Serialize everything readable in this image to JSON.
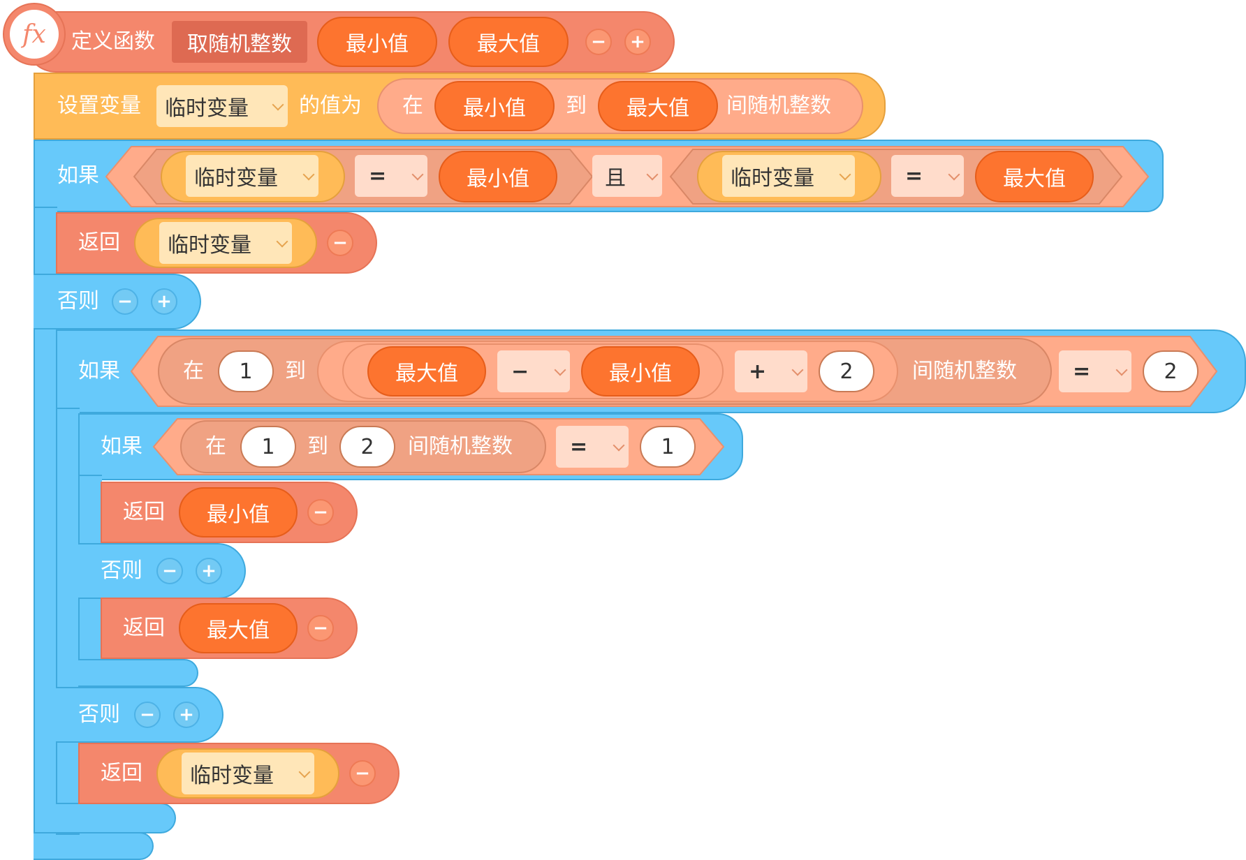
{
  "func": {
    "define_label": "定义函数",
    "name": "取随机整数",
    "params": [
      "最小值",
      "最大值"
    ],
    "fx_icon": "fx"
  },
  "set_var": {
    "label": "设置变量",
    "var": "临时变量",
    "value_label": "的值为",
    "rand": {
      "from": "在",
      "min": "最小值",
      "to": "到",
      "max": "最大值",
      "suffix": "间随机整数"
    }
  },
  "if1": {
    "if_label": "如果",
    "left": {
      "var": "临时变量",
      "op": "=",
      "val": "最小值"
    },
    "and": "且",
    "right": {
      "var": "临时变量",
      "op": "=",
      "val": "最大值"
    }
  },
  "return1": {
    "label": "返回",
    "var": "临时变量"
  },
  "else1": {
    "label": "否则"
  },
  "if2": {
    "if_label": "如果",
    "from": "在",
    "a": "1",
    "to": "到",
    "inner": {
      "left": "最大值",
      "op1": "−",
      "right": "最小值",
      "op2": "+",
      "add": "2"
    },
    "suffix": "间随机整数",
    "cmp": "=",
    "cmp_val": "2"
  },
  "if3": {
    "if_label": "如果",
    "from": "在",
    "a": "1",
    "to": "到",
    "b": "2",
    "suffix": "间随机整数",
    "cmp": "=",
    "cmp_val": "1"
  },
  "return2": {
    "label": "返回",
    "val": "最小值"
  },
  "else3": {
    "label": "否则"
  },
  "return3": {
    "label": "返回",
    "val": "最大值"
  },
  "else2": {
    "label": "否则"
  },
  "return4": {
    "label": "返回",
    "var": "临时变量"
  },
  "buttons": {
    "minus": "−",
    "plus": "+"
  },
  "colors": {
    "function_block": "#f4876c",
    "variable_block": "#ffbb57",
    "control_block": "#67c9fa",
    "operator_block": "#ffab8a",
    "value_reporter": "#fd742f"
  }
}
